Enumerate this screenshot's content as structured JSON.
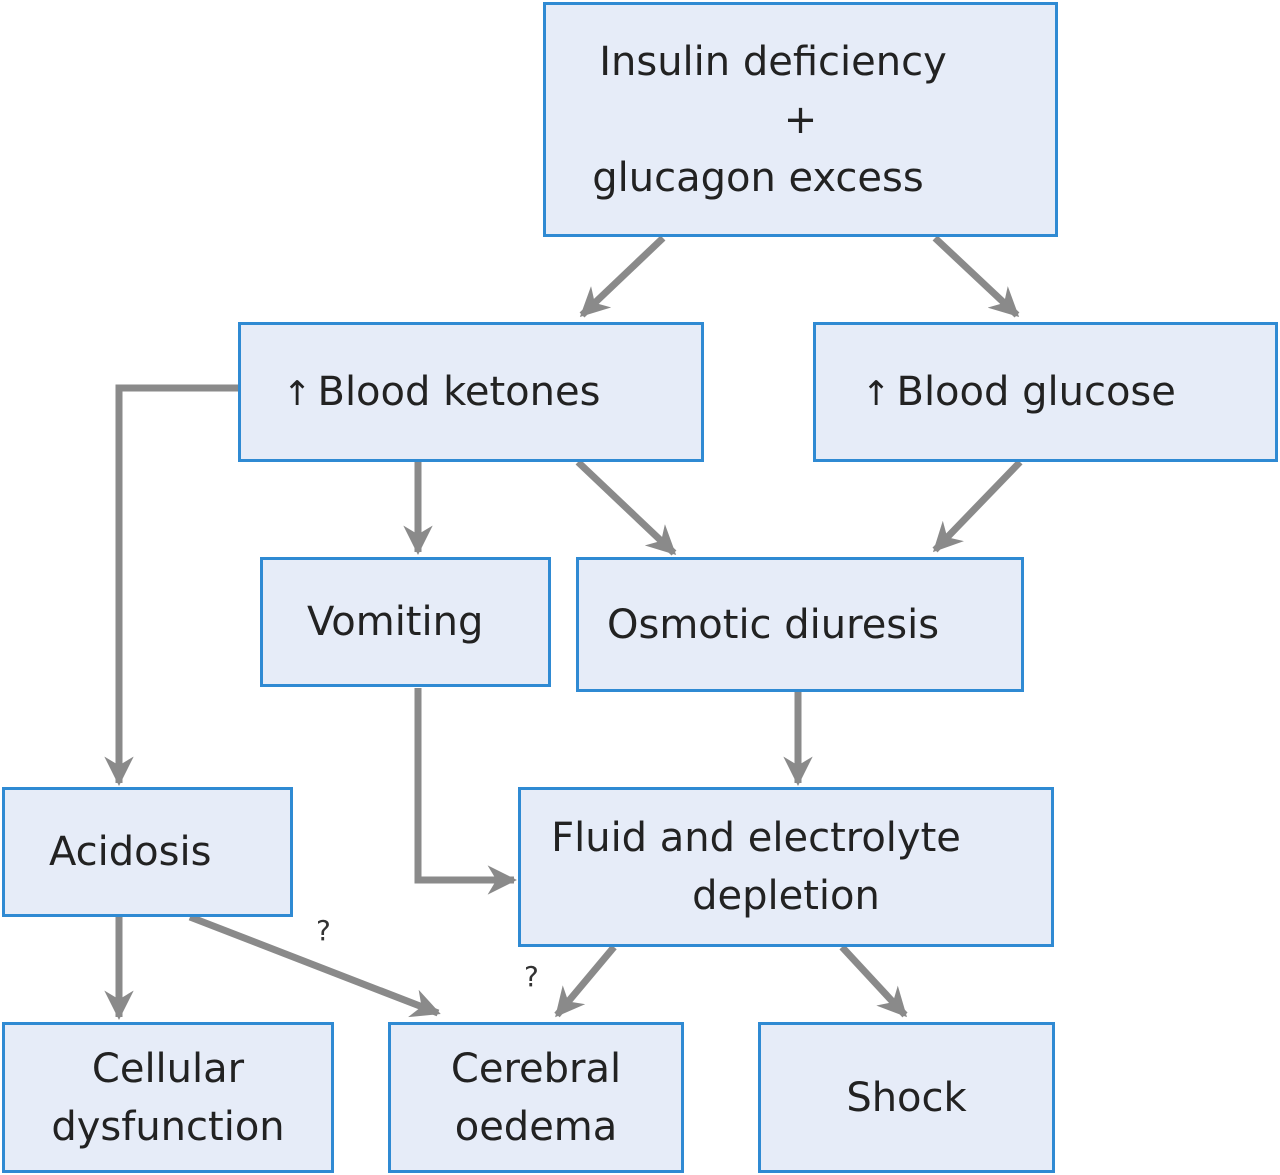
{
  "nodes": {
    "insulin": {
      "line1": "Insulin deficiency",
      "line2": "+",
      "line3": "glucagon excess"
    },
    "ketones": {
      "arrow": "↑",
      "label": "Blood ketones"
    },
    "glucose": {
      "arrow": "↑",
      "label": "Blood glucose"
    },
    "vomiting": {
      "label": "Vomiting"
    },
    "osmotic": {
      "label": "Osmotic diuresis"
    },
    "acidosis": {
      "label": "Acidosis"
    },
    "fluid": {
      "line1": "Fluid and electrolyte",
      "line2": "depletion"
    },
    "cellular": {
      "line1": "Cellular",
      "line2": "dysfunction"
    },
    "cerebral": {
      "line1": "Cerebral",
      "line2": "oedema"
    },
    "shock": {
      "label": "Shock"
    }
  },
  "uncertain_marks": {
    "acidosis_to_cerebral": "?",
    "fluid_to_cerebral": "?"
  },
  "colors": {
    "box_fill": "#e6ecf8",
    "box_border": "#2f8ad3",
    "arrow": "#8a8a8a"
  }
}
